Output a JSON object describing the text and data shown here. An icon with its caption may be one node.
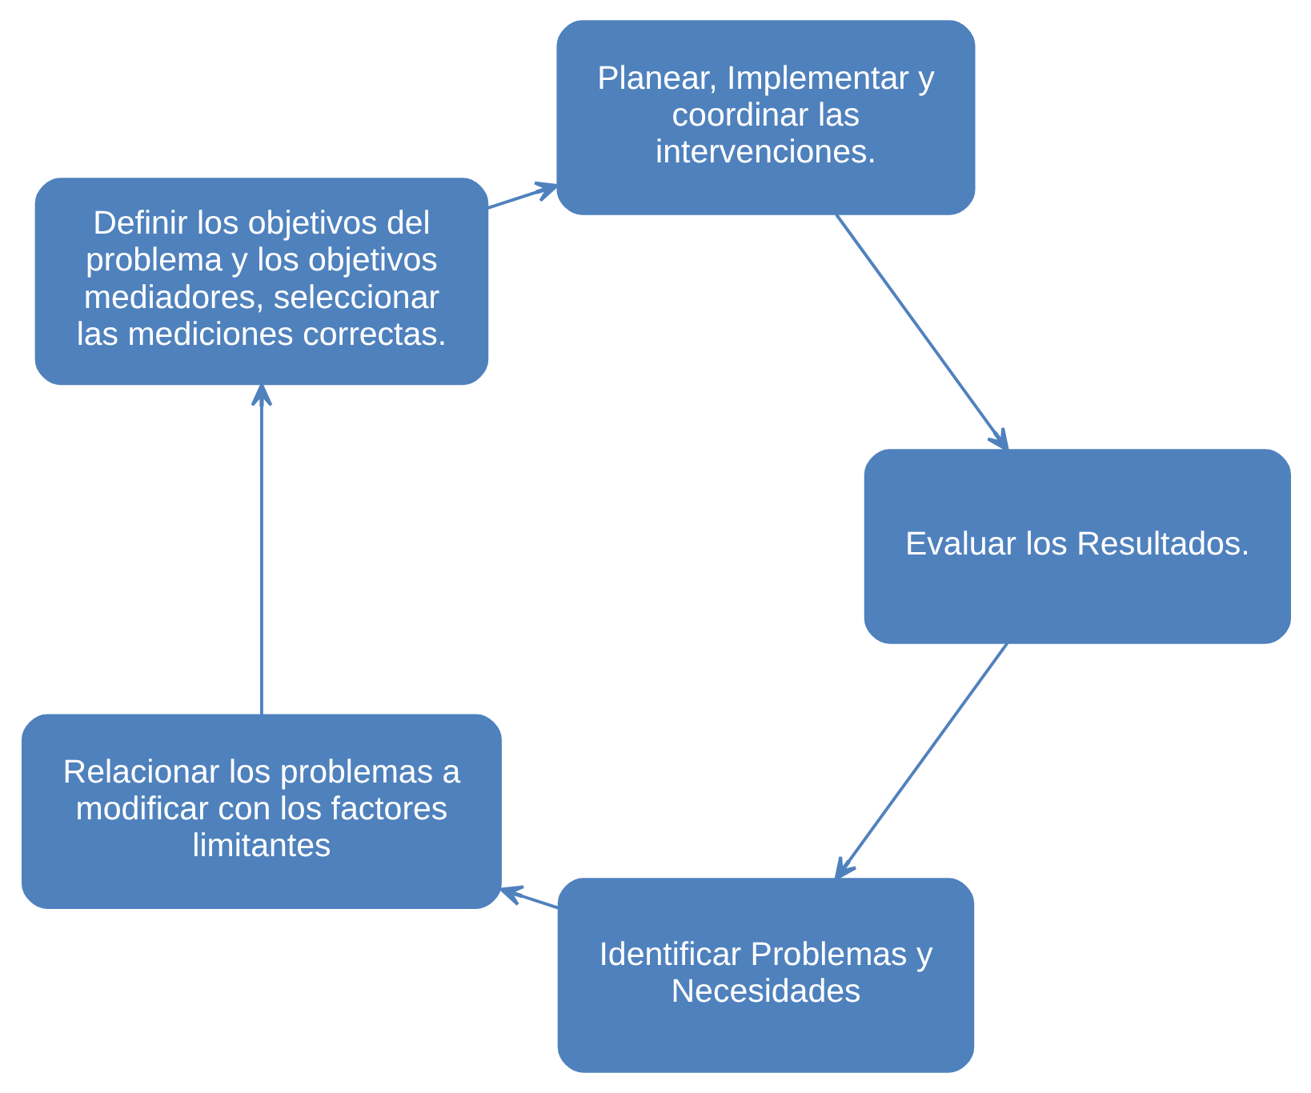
{
  "diagram": {
    "nodes": [
      {
        "text": [
          "Identificar Problemas y Necesidades"
        ]
      },
      {
        "text": [
          "Relacionar los problemas a modificar con los factores limitantes"
        ]
      },
      {
        "text": [
          "Definir los objetivos del problema y los objetivos mediadores, seleccionar las mediciones correctas."
        ]
      },
      {
        "text": [
          "Planear, Implementar y coordinar las intervenciones."
        ]
      },
      {
        "text": [
          "Evaluar los Resultados."
        ]
      }
    ],
    "edges": [
      {
        "from": 0,
        "to": 1,
        "arrow": "to"
      },
      {
        "from": 1,
        "to": 2,
        "arrow": "to"
      },
      {
        "from": 2,
        "to": 3,
        "arrow": "to"
      },
      {
        "from": 3,
        "to": 4,
        "arrow": "to"
      },
      {
        "from": 4,
        "to": 0,
        "arrow": "to"
      }
    ]
  }
}
